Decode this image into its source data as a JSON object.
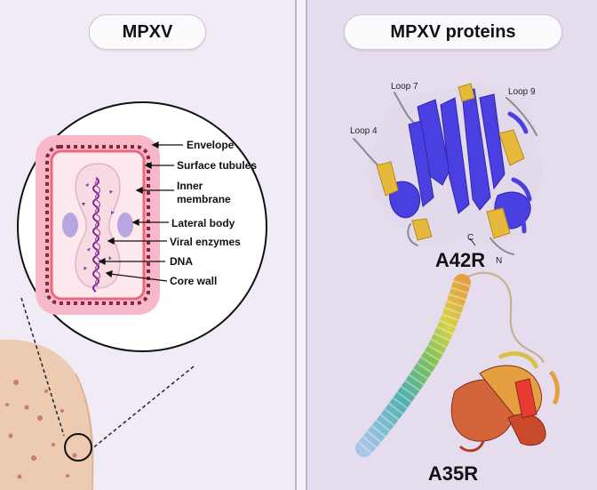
{
  "left": {
    "title": "MPXV",
    "labels": {
      "envelope": "Envelope",
      "surface_tubules": "Surface tubules",
      "inner_line1": "Inner",
      "inner_line2": "membrane",
      "lateral_body": "Lateral body",
      "viral_enzymes": "Viral enzymes",
      "dna": "DNA",
      "core_wall": "Core wall"
    }
  },
  "right": {
    "title": "MPXV proteins",
    "a42r": {
      "name": "A42R",
      "loop4": "Loop 4",
      "loop7": "Loop 7",
      "loop9": "Loop 9",
      "c_term": "C",
      "n_term": "N"
    },
    "a35r": {
      "name": "A35R"
    }
  },
  "colors": {
    "envelope": "#f7b9c8",
    "membrane": "#e8687c",
    "core": "#f6dbe3",
    "lateral_body": "#b8a6e0",
    "dna": "#7b2a8e",
    "helix_blue": "#4a3fe0",
    "helix_yellow": "#e7b93a",
    "skin": "#eccbb0"
  }
}
